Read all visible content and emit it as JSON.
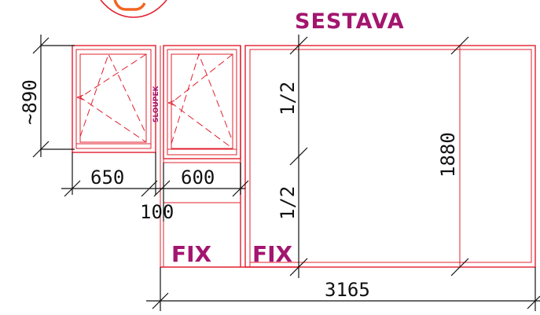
{
  "title": "SESTAVA",
  "post_label": "SLOUPEK",
  "fix_labels": [
    "FIX",
    "FIX"
  ],
  "dimensions": {
    "height_left": "~890",
    "width_left_window": "650",
    "width_post": "100",
    "width_right_window": "600",
    "half_top": "1/2",
    "half_bottom": "1/2",
    "total_height": "1880",
    "total_width": "3165"
  },
  "colors": {
    "frame": "#e2202f",
    "label": "#a3156f",
    "dimension": "#111111",
    "badge": "#f26522"
  }
}
